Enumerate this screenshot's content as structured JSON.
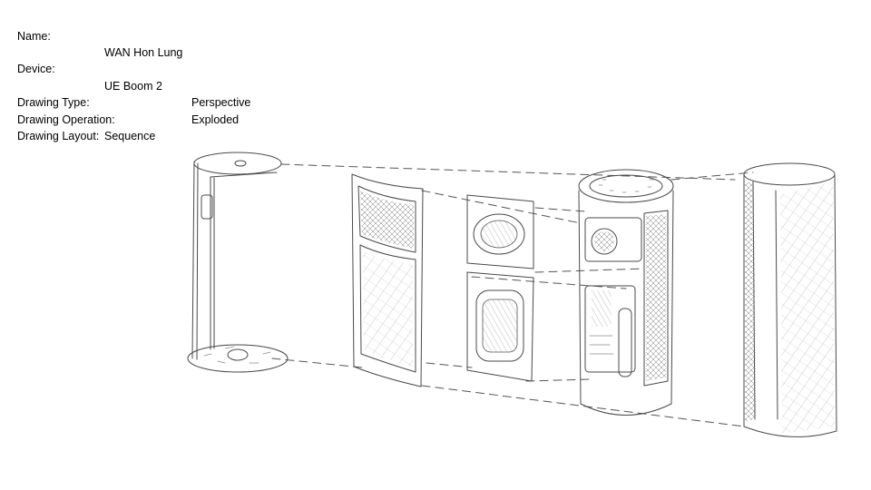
{
  "info": {
    "name_label": "Name:",
    "name_value": "WAN Hon Lung",
    "device_label": "Device:",
    "device_value": "UE Boom 2",
    "type_label": "Drawing Type:",
    "type_value": "Perspective",
    "operation_label": "Drawing Operation:",
    "operation_value": "Exploded",
    "layout_label": "Drawing Layout:",
    "layout_value": "Sequence"
  },
  "sketch": {
    "ink_color": "#4a4a4a",
    "parts": [
      "end-cap-frame",
      "grille-panel",
      "driver-module",
      "core-unit",
      "outer-sleeve"
    ]
  }
}
